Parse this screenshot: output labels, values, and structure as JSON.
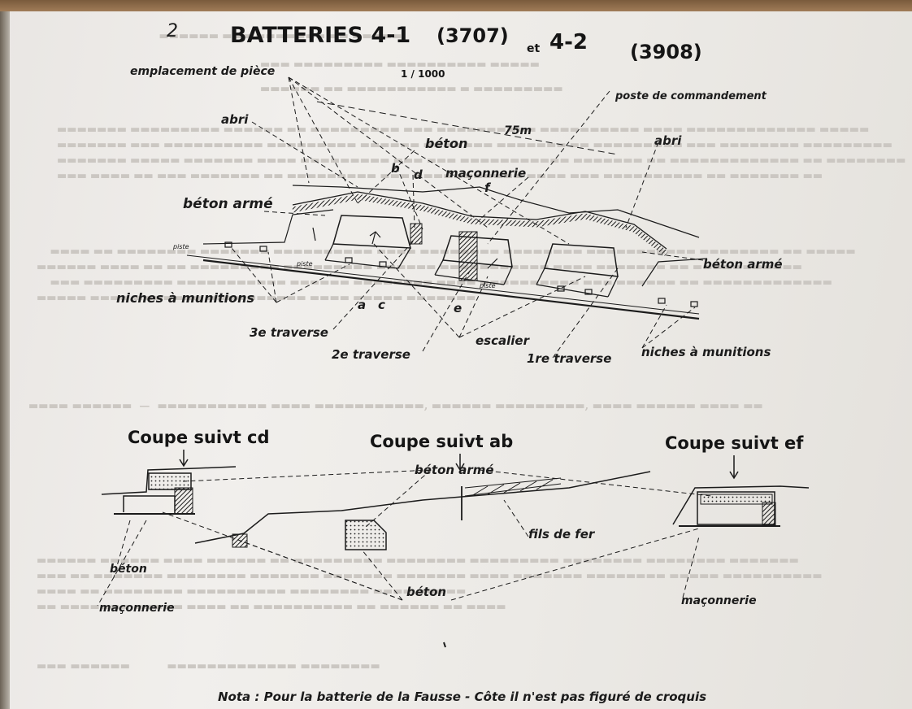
{
  "page": {
    "mark": "2",
    "title_main": "BATTERIES 4-1",
    "title_num1": "(3707)",
    "title_et": "et",
    "title_mid": "4-2",
    "title_num2": "(3908)",
    "scale": "1 / 1000",
    "distance": "75m"
  },
  "plan_labels": {
    "emplacement": "emplacement de pièce",
    "poste": "poste de commandement",
    "abri_left": "abri",
    "abri_right": "abri",
    "beton": "béton",
    "b": "b",
    "d": "d",
    "maconnerie": "maçonnerie",
    "f": "f",
    "beton_arme_left": "béton armé",
    "beton_arme_right": "béton armé",
    "niches_left": "niches à munitions",
    "niches_right": "niches à munitions",
    "a": "a",
    "c": "c",
    "e": "e",
    "traverse3": "3e traverse",
    "traverse2": "2e traverse",
    "traverse1": "1re traverse",
    "escalier": "escalier",
    "piste1": "piste",
    "piste2": "piste",
    "piste3": "piste"
  },
  "sections": {
    "cd_title": "Coupe suivt cd",
    "ab_title": "Coupe suivt ab",
    "ef_title": "Coupe suivt ef",
    "beton_arme": "béton armé",
    "fils_de_fer": "fils de fer",
    "beton_left": "béton",
    "maconnerie_left": "maçonnerie",
    "beton_center": "béton",
    "maconnerie_right": "maçonnerie"
  },
  "nota": "Nota : Pour la batterie de la Fausse - Côte il n'est pas figuré de croquis",
  "colors": {
    "ink": "#1b1b1b",
    "paper": "#eeece9",
    "ghost": "#cbc7c2"
  }
}
